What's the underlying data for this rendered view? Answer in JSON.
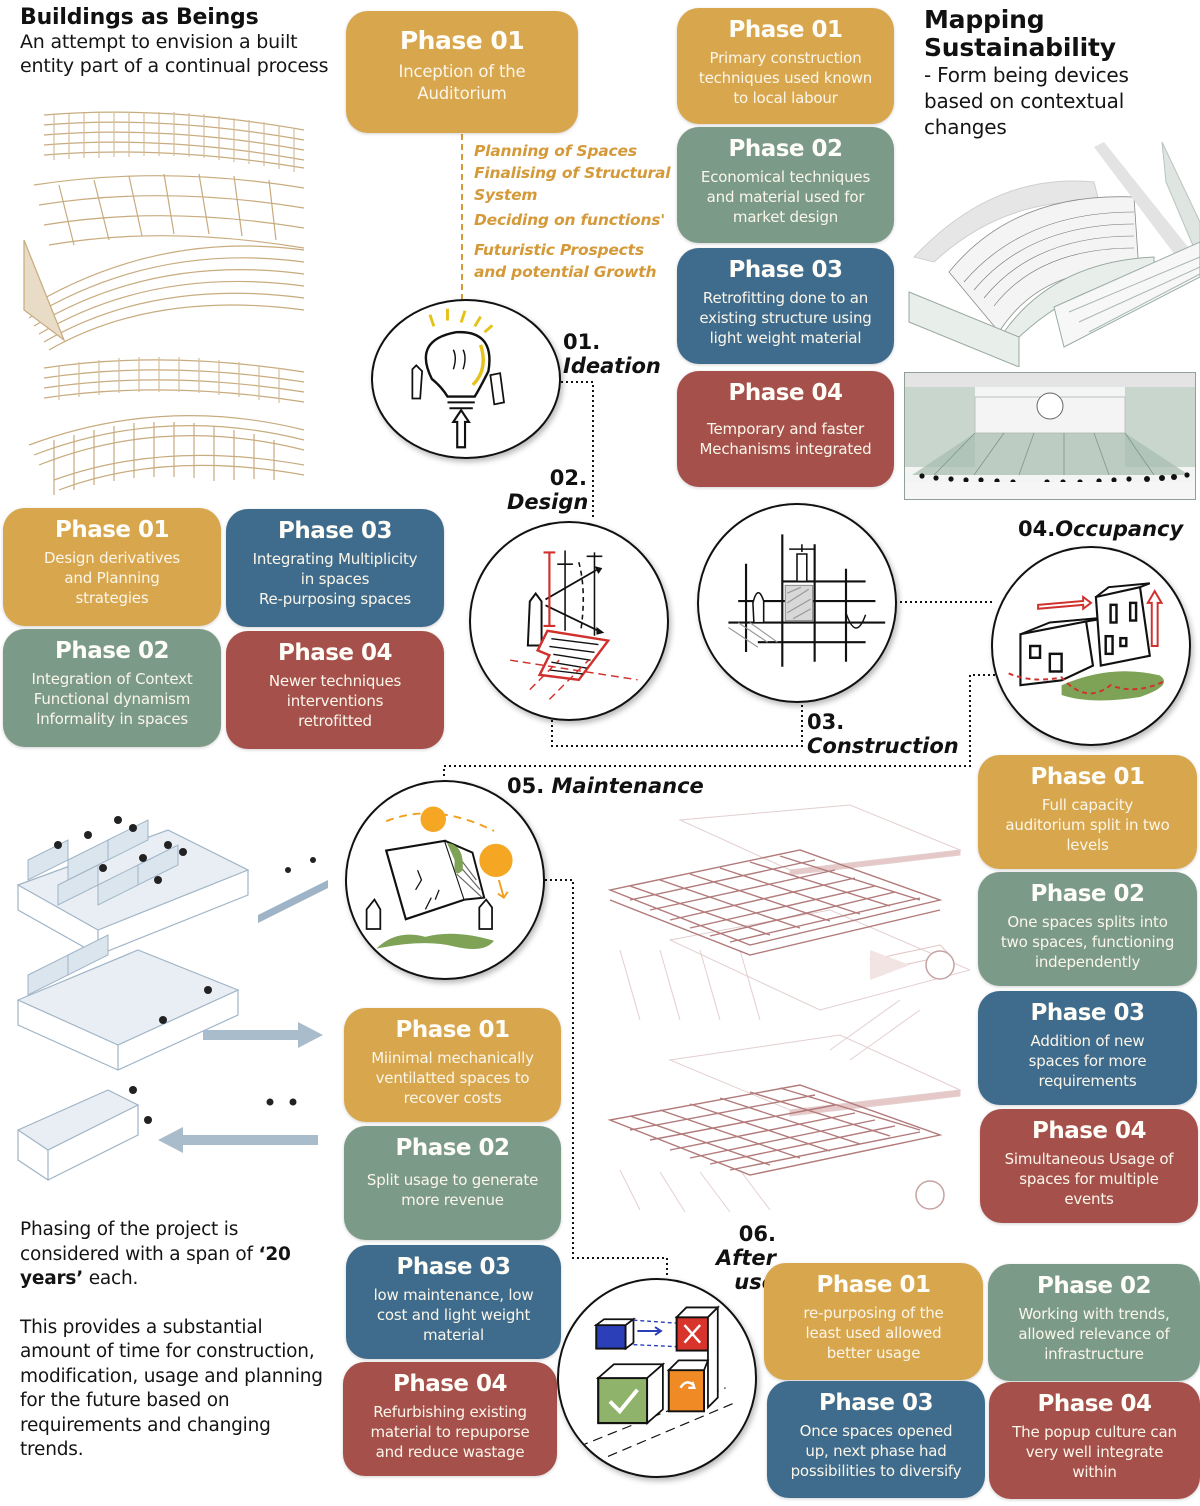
{
  "titles": {
    "left": {
      "title": "Buildings as Beings",
      "subtitle": "An attempt to envision a built entity part of a continual process"
    },
    "right": {
      "title": "Mapping Sustainability",
      "subtitle": "- Form being devices based on contextual changes"
    }
  },
  "colors": {
    "phase_01": "#d8a64c",
    "phase_02": "#7b9a88",
    "phase_03": "#3f6c8c",
    "phase_04": "#a6504c",
    "ideation_notes": "#d49a3a",
    "sketch_red": "#d0312d"
  },
  "stages": [
    {
      "id": "ideation",
      "number": "01.",
      "name": "Ideation",
      "icon": "lightbulb-sketch-icon",
      "notes": [
        "Planning of Spaces",
        "Finalising of Structural System",
        "Deciding on functions'",
        "Futuristic Prospects and potential Growth"
      ],
      "phases": [
        {
          "label": "Phase 01",
          "text": "Inception of the\nAuditorium"
        }
      ]
    },
    {
      "id": "design",
      "number": "02.",
      "name": "Design",
      "icon": "design-perspective-sketch-icon",
      "phases": [
        {
          "label": "Phase 01",
          "text": "Design derivatives\nand Planning\nstrategies"
        },
        {
          "label": "Phase 02",
          "text": "Integration of Context\nFunctional dynamism\nInformality in spaces"
        },
        {
          "label": "Phase 03",
          "text": "Integrating Multiplicity\nin spaces\nRe-purposing spaces"
        },
        {
          "label": "Phase 04",
          "text": "Newer techniques\ninterventions\nretrofitted"
        }
      ]
    },
    {
      "id": "construction",
      "number": "03.",
      "name": "Construction",
      "icon": "scaffolding-sketch-icon",
      "phases": [
        {
          "label": "Phase 01",
          "text": "Primary construction\ntechniques used known\nto local labour"
        },
        {
          "label": "Phase 02",
          "text": "Economical techniques\nand material used for\nmarket design"
        },
        {
          "label": "Phase 03",
          "text": "Retrofitting done to an\nexisting structure using\nlight weight material"
        },
        {
          "label": "Phase 04",
          "text": "Temporary and faster\nMechanisms integrated"
        }
      ]
    },
    {
      "id": "occupancy",
      "number": "04.",
      "name": "Occupancy",
      "icon": "occupied-buildings-sketch-icon",
      "phases": [
        {
          "label": "Phase 01",
          "text": "Full capacity\nauditorium  split in two\nlevels"
        },
        {
          "label": "Phase 02",
          "text": "One spaces splits into\ntwo spaces, functioning\nindependently"
        },
        {
          "label": "Phase 03",
          "text": "Addition of new\nspaces for more\nrequirements"
        },
        {
          "label": "Phase 04",
          "text": "Simultaneous Usage of\nspaces for multiple\nevents"
        }
      ]
    },
    {
      "id": "maintenance",
      "number": "05.",
      "name": "Maintenance",
      "icon": "weathered-building-sketch-icon",
      "phases": [
        {
          "label": "Phase 01",
          "text": "Miinimal mechanically\nventilatted spaces to\nrecover costs"
        },
        {
          "label": "Phase 02",
          "text": "Split usage to generate\nmore revenue"
        },
        {
          "label": "Phase 03",
          "text": "low maintenance, low\ncost and light weight\nmaterial"
        },
        {
          "label": "Phase 04",
          "text": "Refurbishing existing\nmaterial to repuporse\nand reduce wastage"
        }
      ]
    },
    {
      "id": "after_use",
      "number": "06.",
      "name": "After use",
      "icon": "reuse-blocks-sketch-icon",
      "phases": [
        {
          "label": "Phase 01",
          "text": "re-purposing of the\nleast used allowed\nbetter usage"
        },
        {
          "label": "Phase 02",
          "text": "Working with trends,\nallowed relevance of\ninfrastructure"
        },
        {
          "label": "Phase 03",
          "text": "Once spaces opened\nup, next phase had\npossibilities to diversify"
        },
        {
          "label": "Phase 04",
          "text": "The popup culture can\nvery well integrate\nwithin"
        }
      ]
    }
  ],
  "illustrations": {
    "exploded_structure": "exploded-auditorium-structure-illustration",
    "auditorium_axonometric": "auditorium-axonometric-illustration",
    "auditorium_sightlines": "auditorium-sightline-section-illustration",
    "retractable_seating": "retractable-seating-illustration",
    "truss_roof_structure": "space-truss-roof-illustration",
    "acoustic_listener": "listener-ear-icon"
  },
  "note": {
    "p1_before": "Phasing of the project is considered with a span of ",
    "p1_bold": "‘20 years’",
    "p1_after": " each.",
    "p2": "This provides a substantial amount of time for construction, modification, usage and planning for the future based on requirements and changing trends."
  }
}
